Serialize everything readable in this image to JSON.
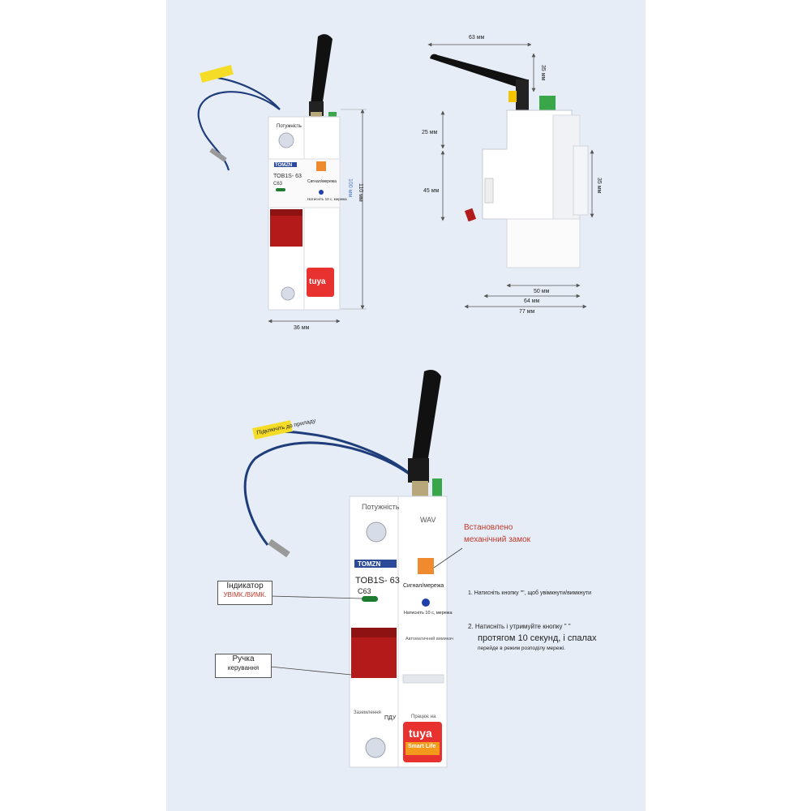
{
  "brand": "TOMZN",
  "model": "TOB1S- 63",
  "model_rating": "C63",
  "platform_logo": "tuya",
  "platform_caption": "Працює на",
  "app_badge": "Smart Life",
  "power_label": "Потужність",
  "wav_label": "WAV",
  "signal_label": "Сигнал/мережа",
  "net_hint": "Натисніть 10 с, мережа",
  "auto_label": "Автоматичний вимикач",
  "ground_label": "Заземлення",
  "remote_label": "ПДУ",
  "tag_text": "Підключіть до приладу",
  "dimensions": {
    "width_front": "36 мм",
    "height": "110 мм",
    "height_top": "100 мм",
    "width_side_top": "63 мм",
    "antenna_h": "35 мм",
    "seg_25": "25 мм",
    "seg_45": "45 мм",
    "depth_35": "35 мм",
    "d50": "50 мм",
    "d64": "64 мм",
    "d77": "77 мм"
  },
  "callouts": {
    "lock_line1": "Встановлено",
    "lock_line2": "механічний замок",
    "indicator_line1": "Індикатор",
    "indicator_line2": "УВІМК./ВИМК.",
    "handle_line1": "Ручка",
    "handle_line2": "керування"
  },
  "instructions": {
    "step1": "1. Натисніть кнопку \"\", щоб увімкнути/вимкнути",
    "step2a": "2. Натисніть і утримуйте кнопку \" \"",
    "step2b": "протягом 10 секунд, і спалах",
    "step2c": "перейде в режим розподілу мережі."
  },
  "colors": {
    "panel_bg": "#e6edf7",
    "breaker_red": "#b31b1b",
    "callout_red": "#c0392b",
    "cable_blue": "#1f3d7a",
    "tag_yellow": "#f5dd27",
    "lock_orange": "#ef8a2f",
    "tuya_red": "#e8322f",
    "terminal_green": "#3aa64a",
    "led_green": "#1e7a2f",
    "button_blue": "#1e40a8"
  }
}
